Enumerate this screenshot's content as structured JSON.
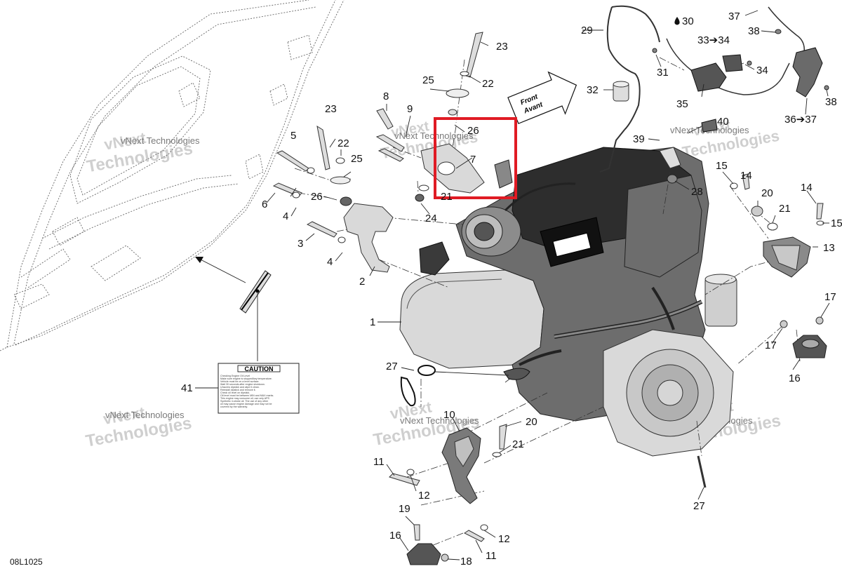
{
  "diagram": {
    "reference_code": "08L1025",
    "front_label": [
      "Front",
      "Avant"
    ],
    "caution_label": {
      "title": "CAUTION",
      "lines": [
        "Checking Engine Oil Level",
        "Make sure engine is stopped/key temperature.",
        "Vehicle must be on a level surface.",
        "Wait 30 seconds after engine shutdown.",
        "Unscrew dipstick and wipe it clean.",
        "Reinstall dipstick and remove it.",
        "Check oil level on dipstick.",
        "Oil level must be between MIN and MAX marks.",
        "This engine may consume oil, use only APS",
        "Synthetic 4-stroke oil. The use of any other",
        "oil may cause engine damage and may not be",
        "covered by the warranty."
      ]
    },
    "watermark_text": [
      "vNext",
      "Technologies"
    ],
    "watermark_small": "vNext Technologies",
    "callouts": [
      "1",
      "2",
      "3",
      "4",
      "5",
      "6",
      "7",
      "8",
      "9",
      "10",
      "11",
      "12",
      "13",
      "14",
      "15",
      "16",
      "17",
      "18",
      "19",
      "20",
      "21",
      "22",
      "23",
      "24",
      "25",
      "26",
      "27",
      "28",
      "29",
      "30",
      "31",
      "32",
      "33➔34",
      "34",
      "35",
      "36➔37",
      "37",
      "38",
      "39",
      "40",
      "41"
    ]
  }
}
